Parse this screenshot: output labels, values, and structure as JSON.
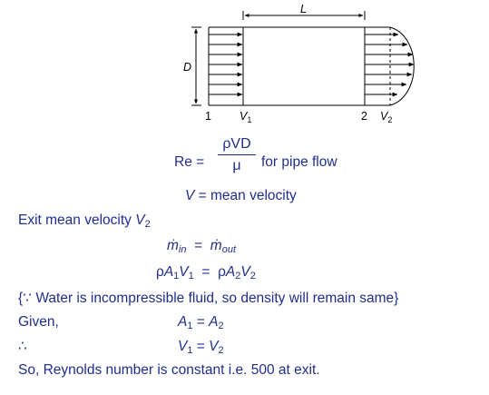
{
  "diagram": {
    "length_label": "L",
    "diameter_label": "D",
    "inlet_label": "1",
    "inlet_velocity": "V",
    "inlet_velocity_sub": "1",
    "outlet_label": "2",
    "outlet_velocity": "V",
    "outlet_velocity_sub": "2"
  },
  "equations": {
    "re": {
      "lhs": "Re =",
      "numerator": "ρVD",
      "denominator": "μ",
      "note": "for pipe flow"
    },
    "v_def": {
      "symbol": "V",
      "text": "= mean velocity"
    },
    "exit_line": {
      "text": "Exit mean velocity",
      "symbol": "V",
      "sub": "2"
    },
    "mass": {
      "lhs": "ṁ",
      "lhs_sub": "in",
      "eq": "=",
      "rhs": "ṁ",
      "rhs_sub": "out"
    },
    "continuity": {
      "rho1": "ρ",
      "a1": "A",
      "a1_sub": "1",
      "v1": "V",
      "v1_sub": "1",
      "eq": "=",
      "rho2": "ρ",
      "a2": "A",
      "a2_sub": "2",
      "v2": "V",
      "v2_sub": "2"
    },
    "note": "{∵ Water is incompressible fluid, so density will remain same}",
    "given": {
      "label": "Given,",
      "lhs": "A",
      "lhs_sub": "1",
      "eq": "=",
      "rhs": "A",
      "rhs_sub": "2"
    },
    "therefore": {
      "symbol": "∴",
      "lhs": "V",
      "lhs_sub": "1",
      "eq": "=",
      "rhs": "V",
      "rhs_sub": "2"
    },
    "conclusion": "So, Reynolds number is constant i.e. 500 at exit."
  }
}
